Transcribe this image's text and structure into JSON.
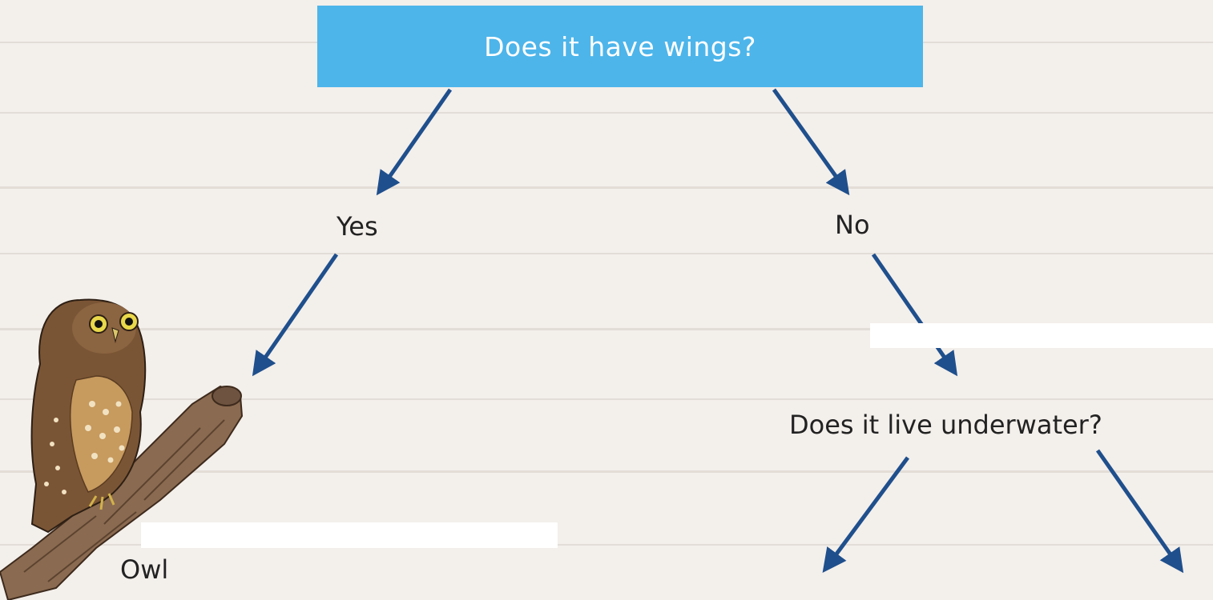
{
  "root_question": "Does it have wings?",
  "branches": {
    "yes_label": "Yes",
    "no_label": "No"
  },
  "leaf_yes": {
    "animal_label": "Owl",
    "image": "owl-on-branch"
  },
  "second_question": "Does it live underwater?",
  "colors": {
    "question_box": "#4db5ea",
    "arrow": "#1f4f8c",
    "background": "#f3efeb",
    "text": "#222222"
  }
}
